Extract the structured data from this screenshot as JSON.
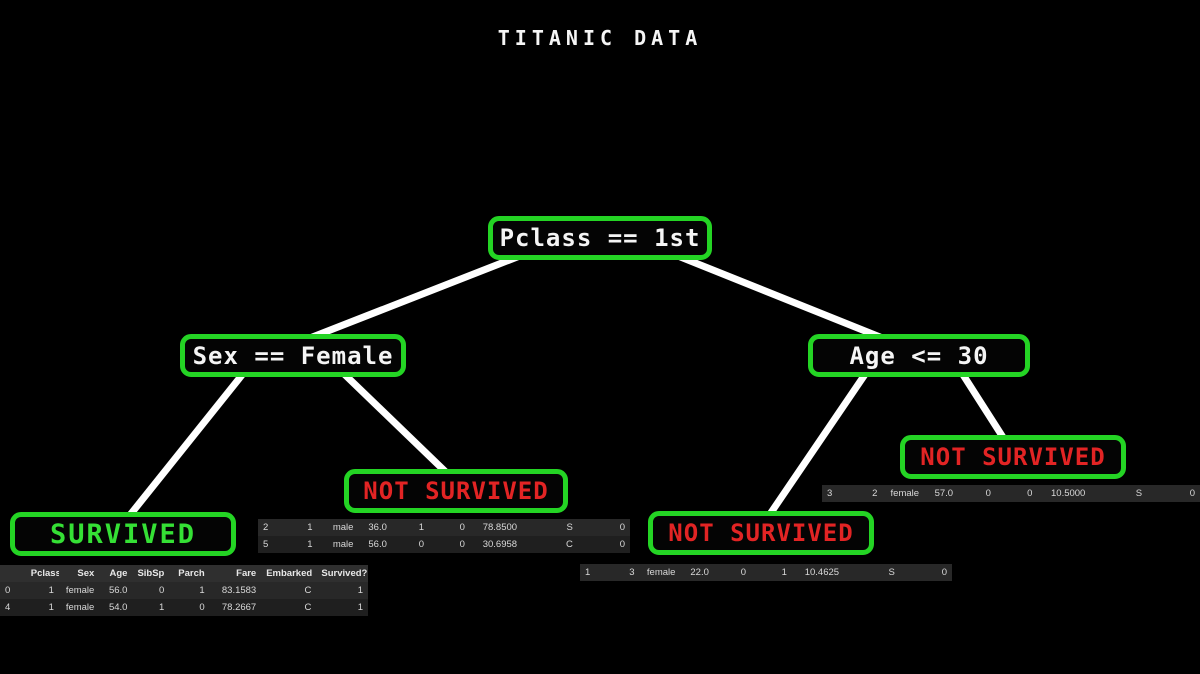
{
  "title": "TITANIC DATA",
  "colors": {
    "background": "#000000",
    "node_border_green": "#24d424",
    "survived_text_green": "#35e035",
    "not_survived_text_red": "#e22424",
    "condition_text_white": "#f5f5f5",
    "edge_white": "#ffffff"
  },
  "tree": {
    "root": {
      "label": "Pclass == 1st"
    },
    "left_child": {
      "label": "Sex == Female"
    },
    "right_child": {
      "label": "Age <= 30"
    },
    "leaf_survived": {
      "label": "SURVIVED"
    },
    "leaf_not_survived_left": {
      "label": "NOT SURVIVED"
    },
    "leaf_not_survived_mid": {
      "label": "NOT SURVIVED"
    },
    "leaf_not_survived_right": {
      "label": "NOT SURVIVED"
    }
  },
  "table_headers": [
    "",
    "Pclass",
    "Sex",
    "Age",
    "SibSp",
    "Parch",
    "Fare",
    "Embarked",
    "Survived?"
  ],
  "tables": {
    "survived_rows": [
      [
        "0",
        "1",
        "female",
        "56.0",
        "0",
        "1",
        "83.1583",
        "C",
        "1"
      ],
      [
        "4",
        "1",
        "female",
        "54.0",
        "1",
        "0",
        "78.2667",
        "C",
        "1"
      ]
    ],
    "not_survived_left_rows": [
      [
        "2",
        "1",
        "male",
        "36.0",
        "1",
        "0",
        "78.8500",
        "S",
        "0"
      ],
      [
        "5",
        "1",
        "male",
        "56.0",
        "0",
        "0",
        "30.6958",
        "C",
        "0"
      ]
    ],
    "not_survived_mid_rows": [
      [
        "1",
        "3",
        "female",
        "22.0",
        "0",
        "1",
        "10.4625",
        "S",
        "0"
      ]
    ],
    "not_survived_right_rows": [
      [
        "3",
        "2",
        "female",
        "57.0",
        "0",
        "0",
        "10.5000",
        "S",
        "0"
      ]
    ]
  }
}
